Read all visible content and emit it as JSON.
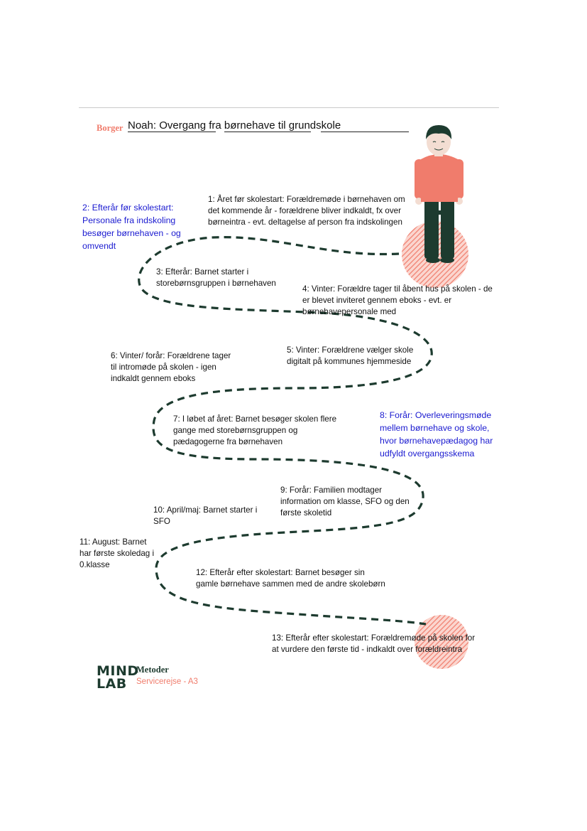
{
  "header": {
    "borger_label": "Borger",
    "title": "Noah: Overgang fra børnehave til grundskole"
  },
  "steps": [
    {
      "id": 1,
      "text": "1: Året før skolestart: Forældremøde i børnehaven om det kommende år - forældrene bliver indkaldt, fx over børneintra - evt. deltagelse af person fra indskolingen"
    },
    {
      "id": 2,
      "text": "2: Efterår før skolestart: Personale fra indskoling besøger børnehaven - og omvendt"
    },
    {
      "id": 3,
      "text": "3: Efterår: Barnet starter i storebørnsgruppen i børnehaven"
    },
    {
      "id": 4,
      "text": "4: Vinter: Forældre tager til åbent hus på skolen - de er blevet inviteret gennem eboks - evt. er børnehavepersonale med"
    },
    {
      "id": 5,
      "text": "5: Vinter: Forældrene vælger skole digitalt på kommunes hjemmeside"
    },
    {
      "id": 6,
      "text": "6: Vinter/ forår: Forældrene tager til intromøde på skolen - igen indkaldt gennem eboks"
    },
    {
      "id": 7,
      "text": "7: I løbet af året: Barnet besøger skolen flere gange med storebørnsgruppen og pædagogerne fra børnehaven"
    },
    {
      "id": 8,
      "text": "8: Forår: Overleveringsmøde mellem børnehave og skole, hvor børnehavepædagog har udfyldt overgangsskema"
    },
    {
      "id": 9,
      "text": "9: Forår: Familien modtager information om klasse, SFO og den første skoletid"
    },
    {
      "id": 10,
      "text": "10: April/maj: Barnet starter i SFO"
    },
    {
      "id": 11,
      "text": "11: August: Barnet har første skoledag i 0.klasse"
    },
    {
      "id": 12,
      "text": "12: Efterår efter skolestart: Barnet besøger sin gamle børnehave sammen med de andre skolebørn"
    },
    {
      "id": 13,
      "text": "13: Efterår efter skolestart: Forældremøde på skolen for at vurdere den første tid - indkaldt over forældreintra"
    }
  ],
  "footer": {
    "logo_line1": "MIND",
    "logo_line2": "LAB",
    "metoder": "Metoder",
    "subtitle": "Servicerejse - A3"
  },
  "colors": {
    "coral": "#f07c6c",
    "dark_green": "#1d3b2f",
    "blue_text": "#1a1ad0"
  }
}
